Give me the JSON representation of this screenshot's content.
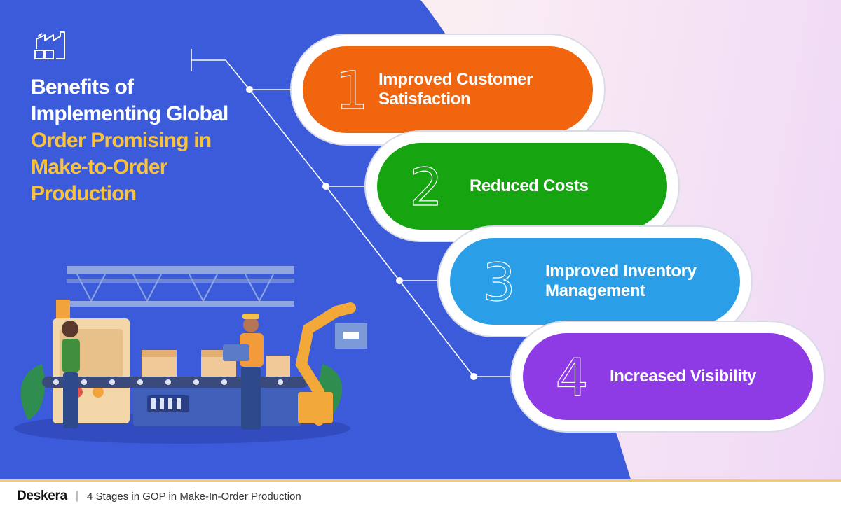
{
  "title": {
    "line_white_1": "Benefits of",
    "line_white_2": "Implementing Global",
    "line_yellow_1": "Order Promising in",
    "line_yellow_2": "Make-to-Order",
    "line_yellow_3": "Production"
  },
  "benefits": [
    {
      "number": "1",
      "label_1": "Improved Customer",
      "label_2": "Satisfaction",
      "color": "#f0650e"
    },
    {
      "number": "2",
      "label_1": "Reduced Costs",
      "label_2": "",
      "color": "#16a511"
    },
    {
      "number": "3",
      "label_1": "Improved Inventory",
      "label_2": "Management",
      "color": "#2b9ee8"
    },
    {
      "number": "4",
      "label_1": "Increased Visibility",
      "label_2": "",
      "color": "#8e3be6"
    }
  ],
  "footer": {
    "brand": "Deskera",
    "separator": "|",
    "caption": "4 Stages in GOP in Make-In-Order Production"
  },
  "colors": {
    "background_blue": "#3b5bdb",
    "title_yellow": "#f9c23c",
    "footer_accent": "#f6cc6a"
  },
  "icons": [
    "factory-icon",
    "factory-illustration"
  ]
}
